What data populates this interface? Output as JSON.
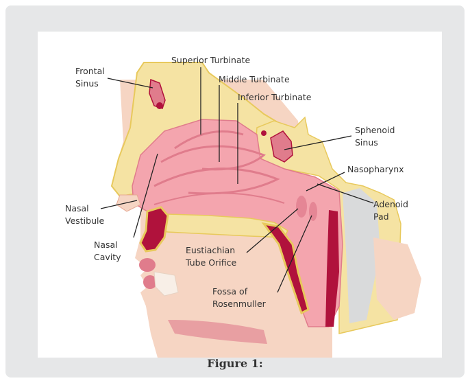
{
  "caption": "Figure 1:",
  "labels": {
    "frontal_sinus_line1": "Frontal",
    "frontal_sinus_line2": "Sinus",
    "superior_turbinate": "Superior Turbinate",
    "middle_turbinate": "Middle Turbinate",
    "inferior_turbinate": "Inferior Turbinate",
    "sphenoid_sinus_line1": "Sphenoid",
    "sphenoid_sinus_line2": "Sinus",
    "nasopharynx": "Nasopharynx",
    "adenoid_pad_line1": "Adenoid",
    "adenoid_pad_line2": "Pad",
    "nasal_vestibule_line1": "Nasal",
    "nasal_vestibule_line2": "Vestibule",
    "nasal_cavity_line1": "Nasal",
    "nasal_cavity_line2": "Cavity",
    "eustachian_line1": "Eustiachian",
    "eustachian_line2": "Tube Orifice",
    "fossa_line1": "Fossa of",
    "fossa_line2": "Rosenmuller"
  },
  "colors": {
    "skin": "#f6d5c3",
    "bone": "#f5e3a3",
    "bone_edge": "#e8c95c",
    "mucosa": "#f4a5ae",
    "mucosa_dark": "#e07c8c",
    "crimson": "#b0123c",
    "grey_tissue": "#d9dadb",
    "frame_bg": "#e6e7e8"
  }
}
